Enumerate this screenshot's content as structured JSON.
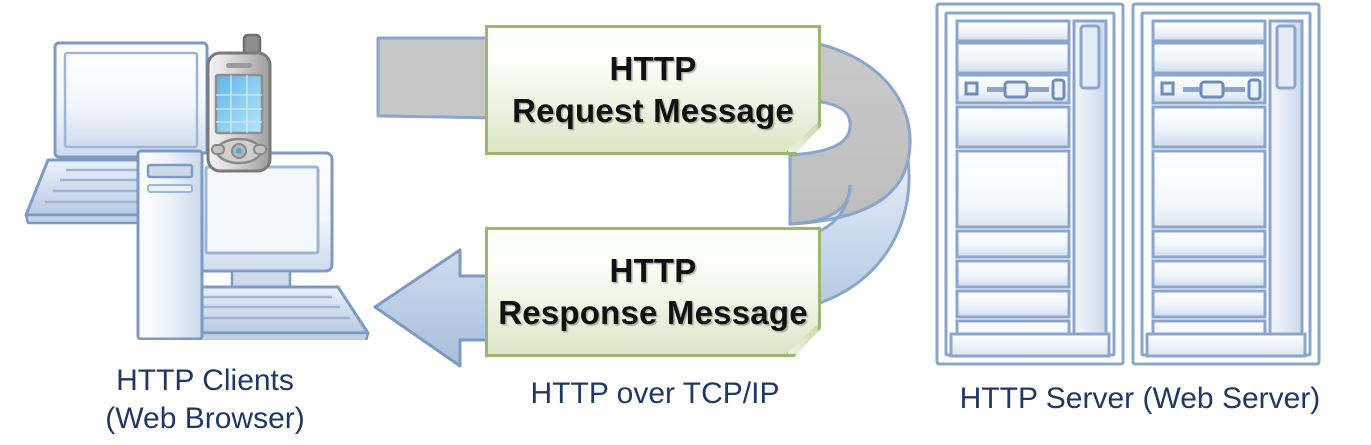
{
  "diagram": {
    "title": "HTTP Clients and HTTP Server communication over TCP/IP",
    "background_color": "#ffffff",
    "label_color": "#1f3864",
    "box_border_color": "#9cb870",
    "box_fill_top_color": "#fdfffa",
    "box_fill_bottom_color": "#dde6c7",
    "arrow_fill_color": "#b9cbe4",
    "arrow_stroke_color": "#7e9ac4",
    "ribbon_back_color": "#c4c4c4",
    "device_line_color": "#7e9ac4",
    "device_fill_color": "#dbe5f1"
  },
  "left": {
    "caption_line1": "HTTP Clients",
    "caption_line2": "(Web Browser)",
    "devices": [
      {
        "name": "laptop",
        "label": "Laptop computer"
      },
      {
        "name": "tower-pc",
        "label": "Desktop tower PC"
      },
      {
        "name": "desktop-monitor",
        "label": "Desktop monitor with keyboard"
      },
      {
        "name": "mobile-phone",
        "label": "Mobile PDA phone"
      }
    ]
  },
  "center": {
    "request_box": {
      "line1": "HTTP",
      "line2": "Request Message"
    },
    "response_box": {
      "line1": "HTTP",
      "line2": "Response Message"
    },
    "protocol_caption": "HTTP over TCP/IP",
    "flow_direction_request": "client-to-server",
    "flow_direction_response": "server-to-client"
  },
  "right": {
    "caption": "HTTP Server (Web Server)",
    "devices": [
      {
        "name": "server-rack-1",
        "label": "Server rack cabinet"
      },
      {
        "name": "server-rack-2",
        "label": "Server rack cabinet"
      }
    ]
  }
}
